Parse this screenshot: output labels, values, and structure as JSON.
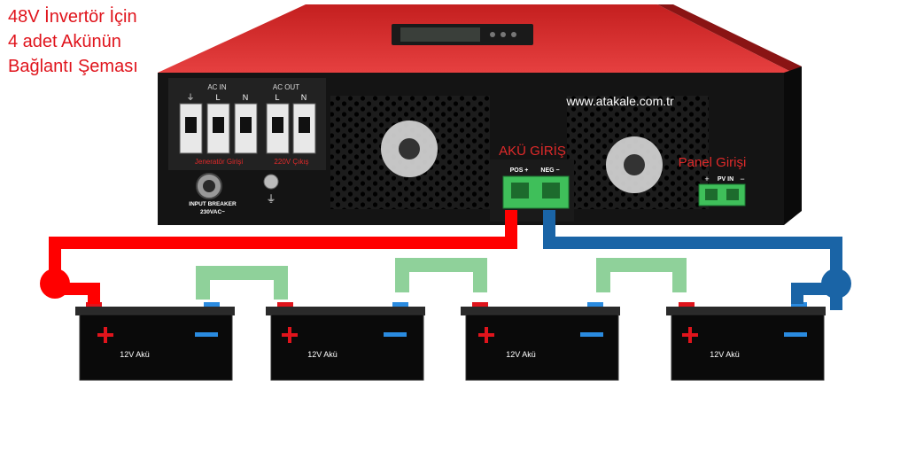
{
  "title": {
    "lines": [
      "48V İnvertör İçin",
      "4 adet Akünün",
      "Bağlantı Şeması"
    ],
    "color": "#e0141c"
  },
  "inverter": {
    "website": "www.atakale.com.tr",
    "ac_in": {
      "label": "AC IN",
      "terminals": [
        "⏚",
        "L",
        "N"
      ]
    },
    "ac_out": {
      "label": "AC OUT",
      "terminals": [
        "L",
        "N"
      ]
    },
    "generator_label": "Jeneratör Girişi",
    "output_label": "220V Çıkış",
    "breaker": {
      "line1": "INPUT BREAKER",
      "line2": "230VAC~"
    },
    "battery_input_label": "AKÜ GİRİŞ",
    "pos_label": "POS +",
    "neg_label": "NEG −",
    "panel_input_label": "Panel Girişi",
    "pv_label": "PV IN",
    "pv_plus": "+",
    "pv_minus": "−",
    "body_color": "#e02a2a",
    "panel_color": "#111111"
  },
  "batteries": [
    {
      "label": "12V Akü"
    },
    {
      "label": "12V Akü"
    },
    {
      "label": "12V Akü"
    },
    {
      "label": "12V Akü"
    }
  ],
  "colors": {
    "positive_wire": "#ff0000",
    "negative_wire": "#1a64a6",
    "series_link": "#8fd19a",
    "terminal_green": "#3fbf5a",
    "battery_plus": "#e0141c",
    "battery_minus": "#2a8be0"
  }
}
